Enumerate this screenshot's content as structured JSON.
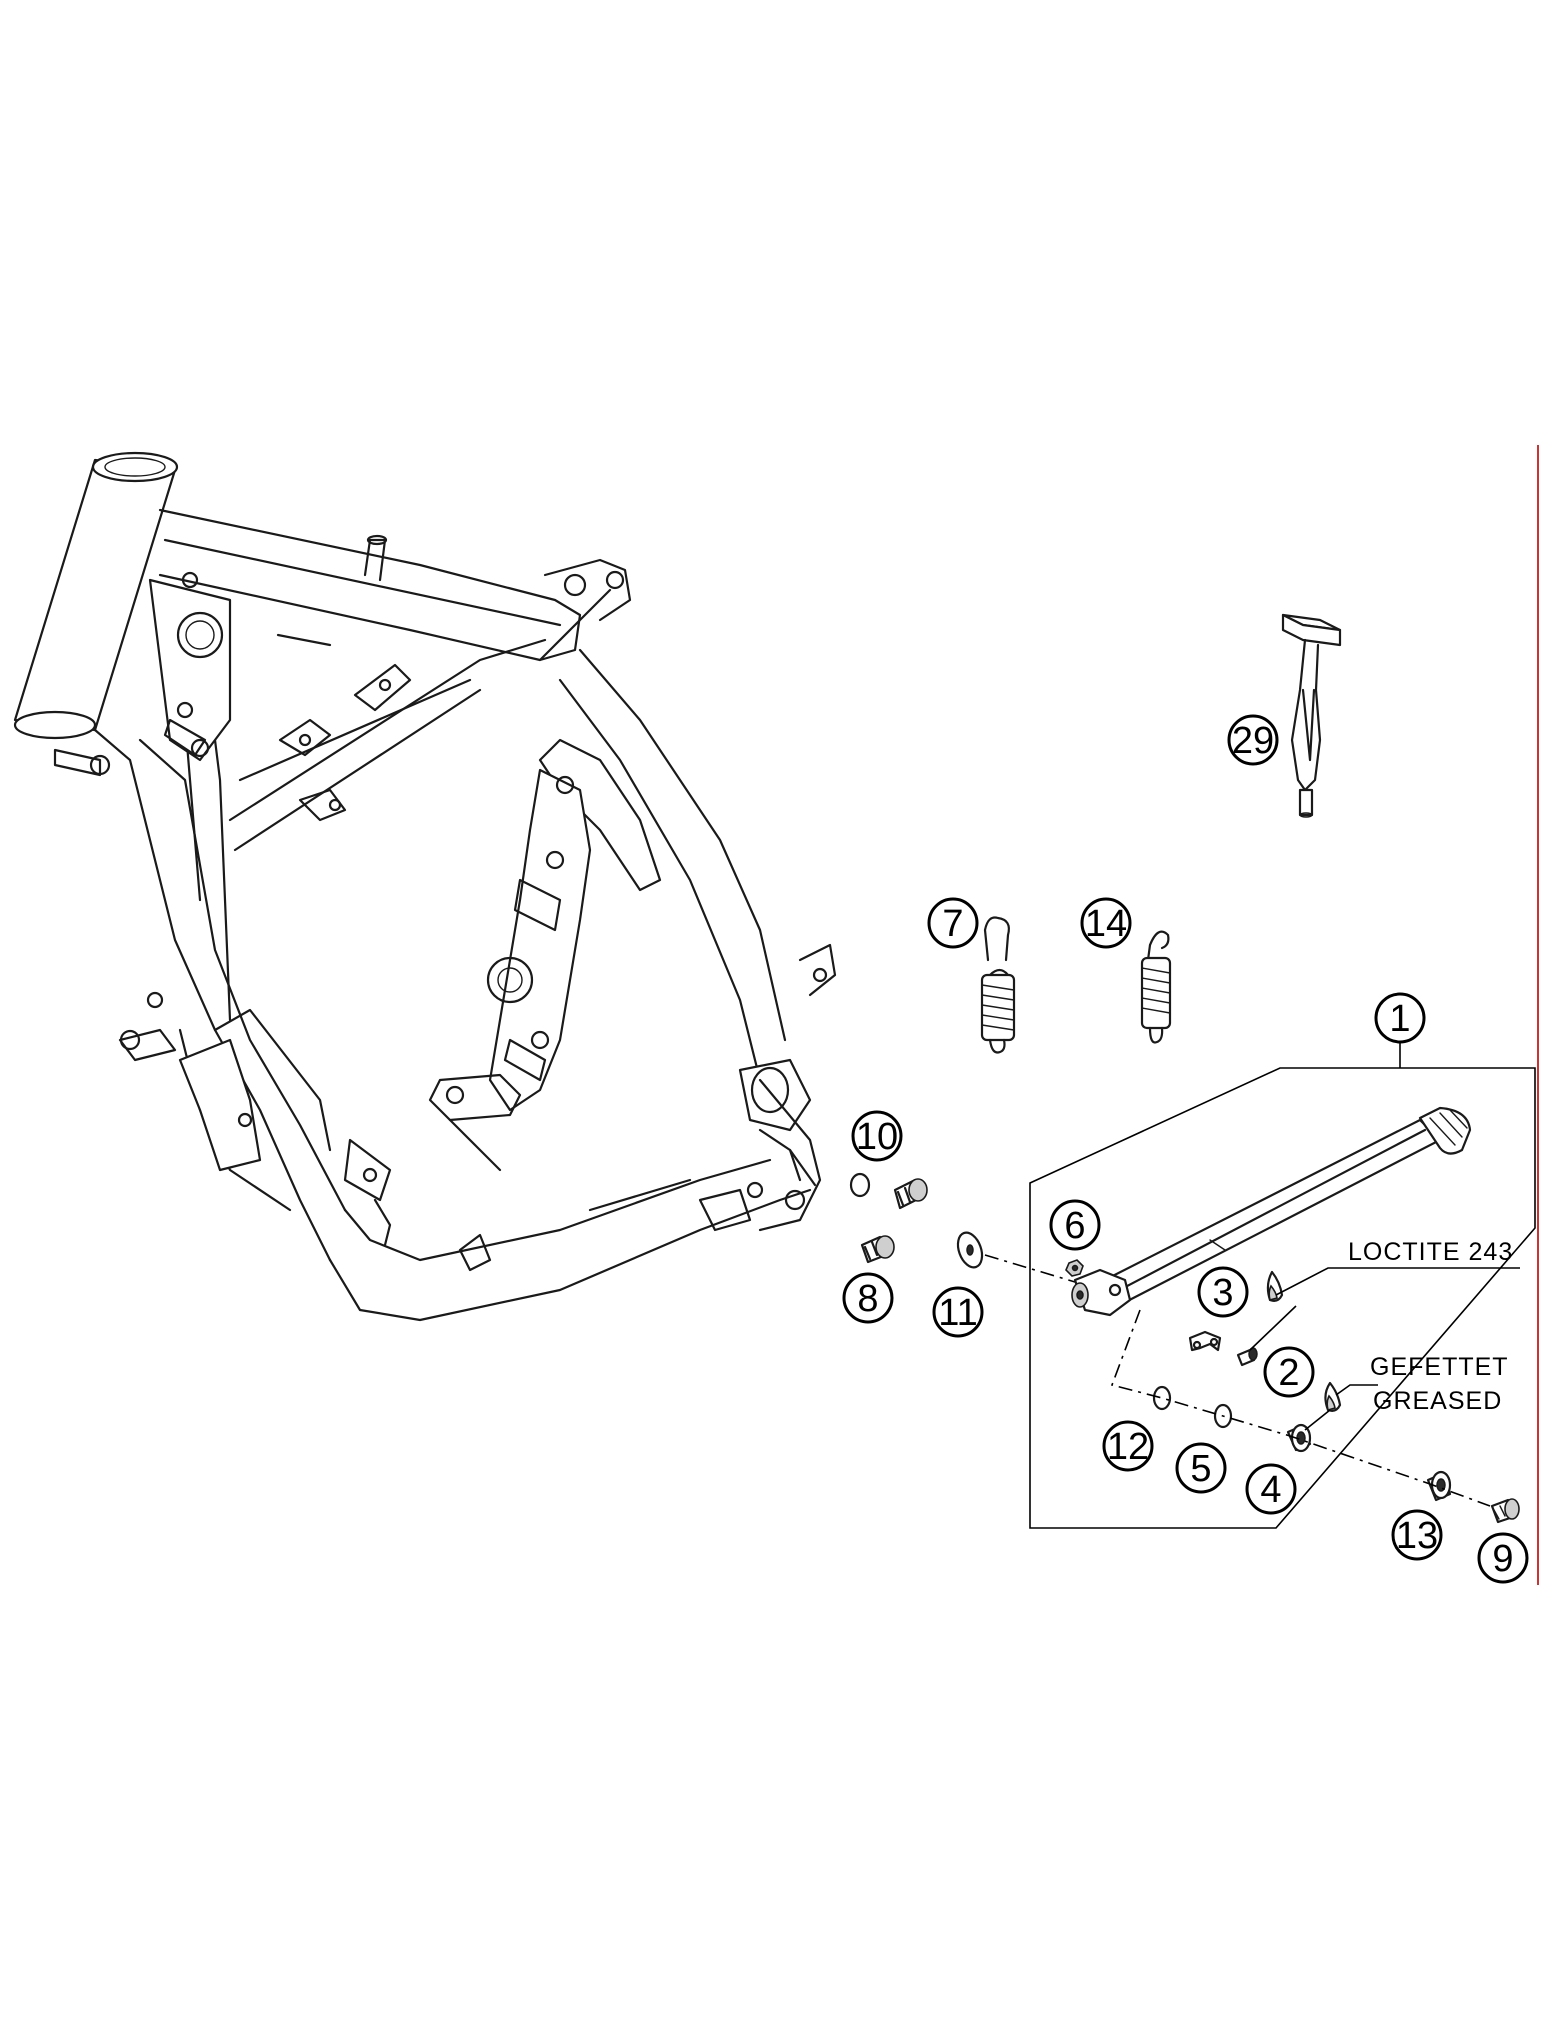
{
  "diagram": {
    "callouts": [
      {
        "id": "c1",
        "label": "1"
      },
      {
        "id": "c2",
        "label": "2"
      },
      {
        "id": "c3",
        "label": "3"
      },
      {
        "id": "c4",
        "label": "4"
      },
      {
        "id": "c5",
        "label": "5"
      },
      {
        "id": "c6",
        "label": "6"
      },
      {
        "id": "c7",
        "label": "7"
      },
      {
        "id": "c8",
        "label": "8"
      },
      {
        "id": "c9",
        "label": "9"
      },
      {
        "id": "c10",
        "label": "10"
      },
      {
        "id": "c11",
        "label": "11"
      },
      {
        "id": "c12",
        "label": "12"
      },
      {
        "id": "c13",
        "label": "13"
      },
      {
        "id": "c14",
        "label": "14"
      },
      {
        "id": "c29",
        "label": "29"
      }
    ],
    "notes": {
      "loctite": "LOCTITE 243",
      "greased_de": "GEFETTET",
      "greased_en": "GREASED"
    },
    "colors": {
      "line": "#1a1a1a",
      "background": "#ffffff",
      "edge_rule": "#cc3333"
    }
  }
}
